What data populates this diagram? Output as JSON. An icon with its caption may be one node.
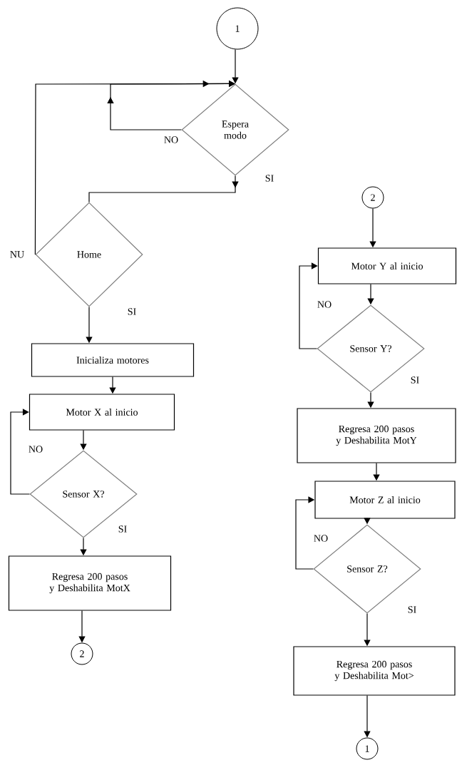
{
  "diagram": {
    "nodes": [
      {
        "text": [
          "1"
        ]
      },
      {
        "text": [
          "Espera modo"
        ]
      },
      {
        "text": [
          "Home"
        ]
      },
      {
        "text": [
          "Inicializa motores"
        ]
      },
      {
        "text": [
          "Motor X al inicio"
        ]
      },
      {
        "text": [
          "Sensor X?"
        ]
      },
      {
        "text": [
          "Regresa 200 pasos y Deshabilita MotX"
        ]
      },
      {
        "text": [
          "2"
        ]
      },
      {
        "text": [
          "2"
        ]
      },
      {
        "text": [
          "Motor Y al inicio"
        ]
      },
      {
        "text": [
          "Sensor Y?"
        ]
      },
      {
        "text": [
          "Regresa 200 pasos y Deshabilita MotY"
        ]
      },
      {
        "text": [
          "Motor Z al inicio"
        ]
      },
      {
        "text": [
          "Sensor Z?"
        ]
      },
      {
        "text": [
          "Regresa 200 pasos y Deshabilita Mot>"
        ]
      },
      {
        "text": [
          "1"
        ]
      }
    ],
    "edges": [
      {
        "from": 0,
        "to": 1,
        "arrow": "to"
      },
      {
        "from": 1,
        "to": 1,
        "arrow": "to",
        "label": "NO"
      },
      {
        "from": 1,
        "to": 2,
        "arrow": "to",
        "label": "SI"
      },
      {
        "from": 2,
        "to": 1,
        "arrow": "to",
        "label": "NU"
      },
      {
        "from": 2,
        "to": 3,
        "arrow": "to",
        "label": "SI"
      },
      {
        "from": 3,
        "to": 4,
        "arrow": "to"
      },
      {
        "from": 4,
        "to": 5,
        "arrow": "to"
      },
      {
        "from": 5,
        "to": 4,
        "arrow": "to",
        "label": "NO"
      },
      {
        "from": 5,
        "to": 6,
        "arrow": "to",
        "label": "SI"
      },
      {
        "from": 6,
        "to": 7,
        "arrow": "to"
      },
      {
        "from": 8,
        "to": 9,
        "arrow": "to"
      },
      {
        "from": 9,
        "to": 10,
        "arrow": "to"
      },
      {
        "from": 10,
        "to": 9,
        "arrow": "to",
        "label": "NO"
      },
      {
        "from": 10,
        "to": 11,
        "arrow": "to",
        "label": "SI"
      },
      {
        "from": 11,
        "to": 12,
        "arrow": "to"
      },
      {
        "from": 12,
        "to": 13,
        "arrow": "to"
      },
      {
        "from": 13,
        "to": 12,
        "arrow": "to",
        "label": "NO"
      },
      {
        "from": 13,
        "to": 14,
        "arrow": "to",
        "label": "SI"
      },
      {
        "from": 14,
        "to": 15,
        "arrow": "to"
      }
    ]
  }
}
